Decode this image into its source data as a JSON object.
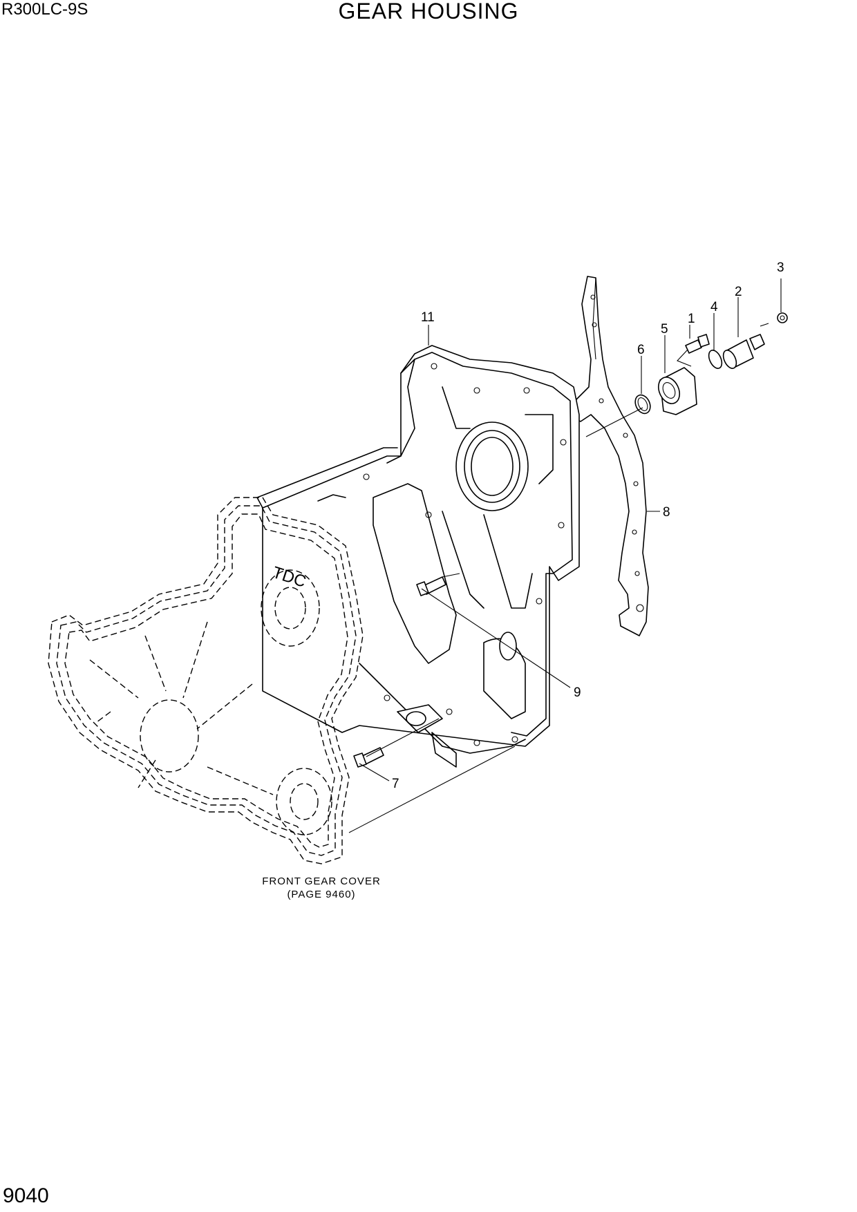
{
  "header": {
    "model": "R300LC-9S",
    "title": "GEAR HOUSING"
  },
  "footer": {
    "page_number": "9040"
  },
  "diagram": {
    "callouts": [
      "1",
      "2",
      "3",
      "4",
      "5",
      "6",
      "7",
      "8",
      "9",
      "11"
    ],
    "marking": "TDC",
    "reference_note": {
      "line1": "FRONT GEAR COVER",
      "line2": "(PAGE  9460)"
    }
  }
}
